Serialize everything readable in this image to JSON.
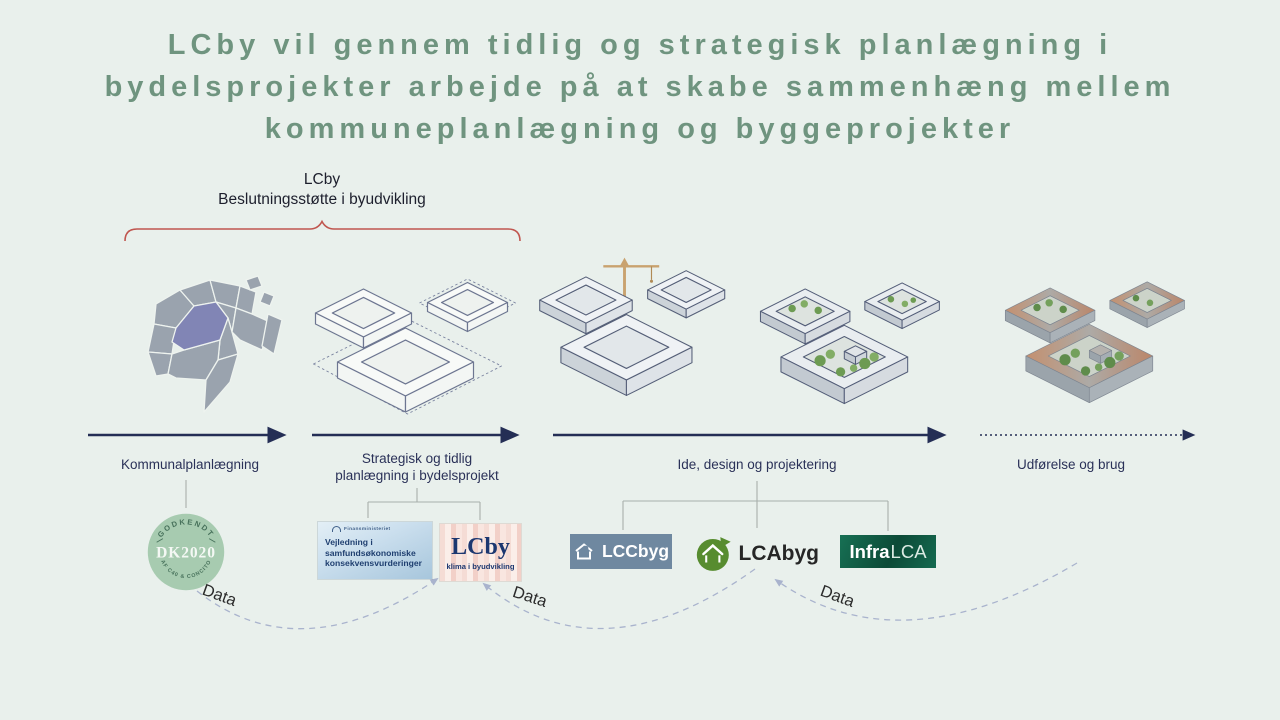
{
  "title": {
    "lines": [
      "LCby vil gennem tidlig og strategisk planlægning i",
      "bydelsprojekter arbejde på at skabe sammenhæng mellem",
      "kommuneplanlægning og byggeprojekter"
    ]
  },
  "bracket_label": {
    "line1": "LCby",
    "line2": "Beslutningsstøtte i byudvikling"
  },
  "phases": [
    {
      "label": "Kommunalplanlægning"
    },
    {
      "label": "Strategisk og tidlig planlægning i bydelsprojekt"
    },
    {
      "label": "Ide, design og projektering"
    },
    {
      "label": "Udførelse og brug"
    }
  ],
  "logos": {
    "dk2020": {
      "arc_top": "GODKENDT",
      "name": "DK2020",
      "arc_bottom": "AF C40 & CONCITO"
    },
    "vejledning": {
      "ministry": "Finansministeriet",
      "title": "Vejledning i samfundsøkonomiske konsekvensvurderinger"
    },
    "lcby": {
      "name": "LCby",
      "tagline": "klima i byudvikling"
    },
    "lccbyg": {
      "name": "LCCbyg"
    },
    "lcabyg": {
      "name": "LCAbyg"
    },
    "infralca": {
      "prefix": "Infra",
      "suffix": "LCA"
    }
  },
  "data_flow_labels": [
    "Data",
    "Data",
    "Data"
  ],
  "colors": {
    "background": "#e9f0ec",
    "title_green": "#6f947f",
    "timeline_navy": "#242e55",
    "bracket_red": "#c0564f",
    "dashed_arrow": "#a9b3cd",
    "map_highlight": "#8185b5"
  }
}
